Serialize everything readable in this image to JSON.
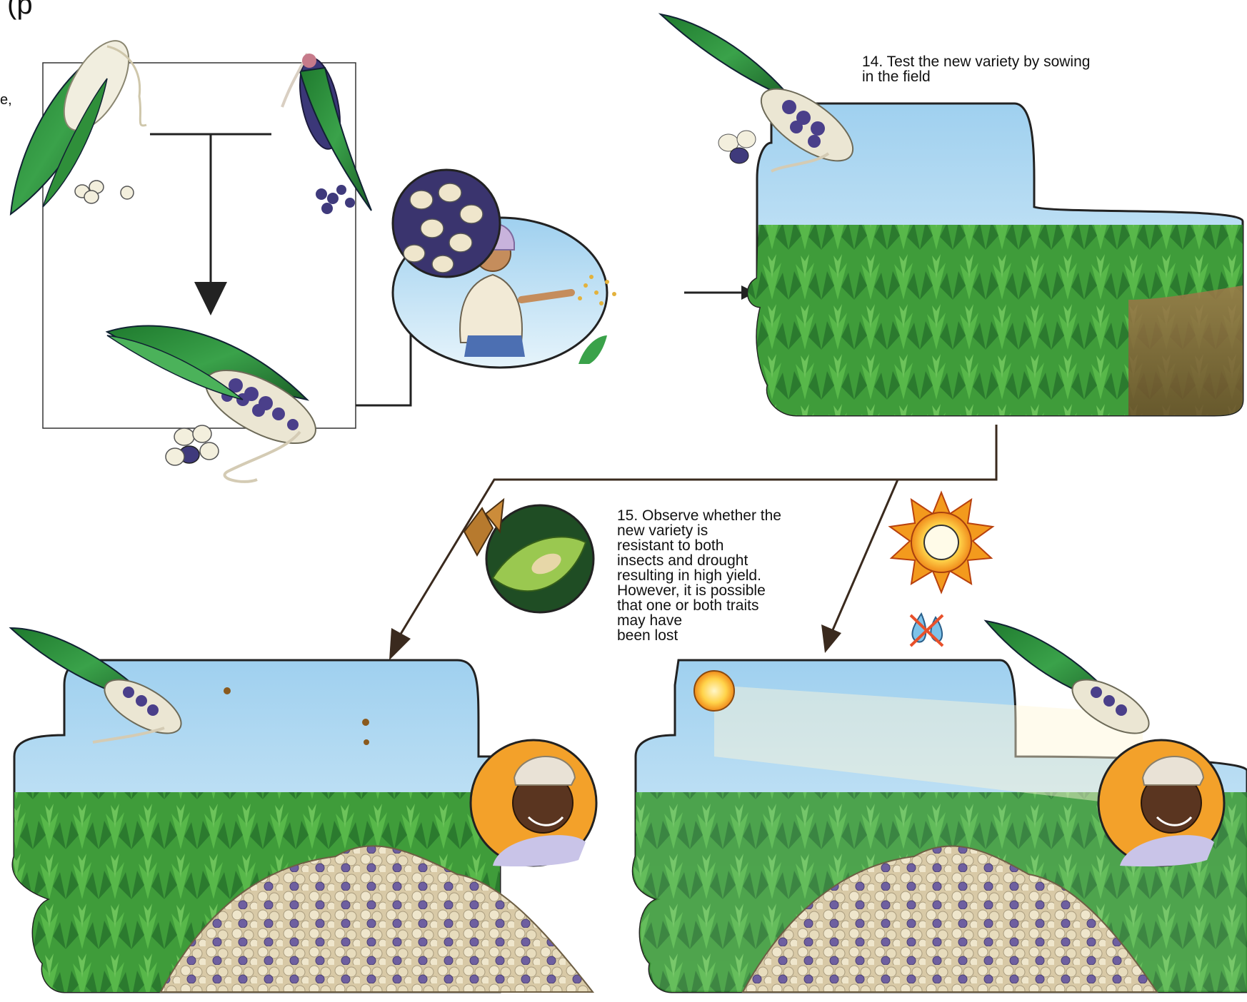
{
  "header": {
    "partial_title": "(p",
    "partial_left_char": "e,"
  },
  "steps": [
    {
      "id": "step-14",
      "text": "14. Test the new variety by sowing\nin the field"
    },
    {
      "id": "step-15",
      "text": "15. Observe whether the\nnew variety is\nresistant to both\ninsects and drought\nresulting in high yield.\nHowever, it is possible\nthat one or both traits\nmay have\nbeen lost"
    }
  ],
  "icons": {
    "parent_white": "white-corn-cob-icon",
    "parent_purple": "purple-corn-cob-icon",
    "hybrid": "hybrid-corn-cob-icon",
    "seeds_closeup": "seed-mix-closeup-icon",
    "farmer_sowing": "farmer-sowing-seeds-icon",
    "insect": "moth-insect-icon",
    "caterpillar": "caterpillar-on-leaf-icon",
    "sun": "sun-icon",
    "no_water": "no-water-icon",
    "farmer_happy": "happy-farmer-icon",
    "harvest": "grain-pile-icon"
  },
  "colors": {
    "leaf_green": "#3a9a3a",
    "leaf_dark": "#1f6e2a",
    "sky_blue": "#bfe0f5",
    "purple_kernel": "#4a3f8a",
    "white_kernel": "#f2eedc",
    "sun_orange": "#f39a1d",
    "arrow": "#3a2a1e"
  }
}
